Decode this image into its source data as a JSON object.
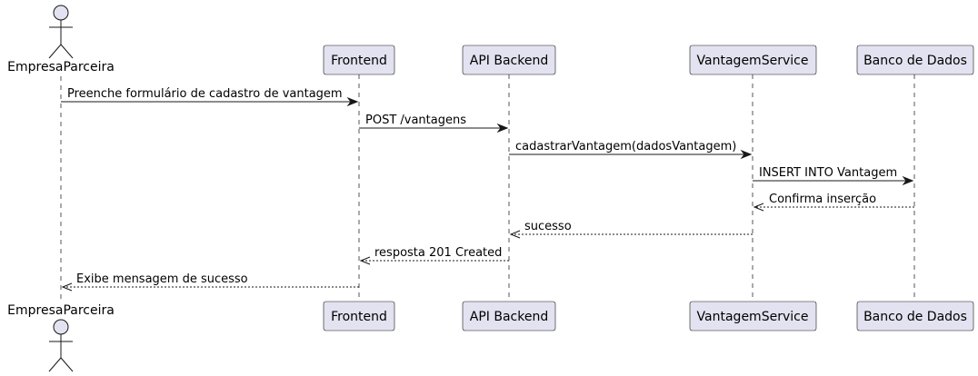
{
  "participants": {
    "empresa": "EmpresaParceira",
    "frontend": "Frontend",
    "api": "API Backend",
    "service": "VantagemService",
    "db": "Banco de Dados"
  },
  "messages": [
    {
      "text": "Preenche formulário de cadastro de vantagem",
      "from": "empresa",
      "to": "frontend",
      "style": "solid"
    },
    {
      "text": "POST /vantagens",
      "from": "frontend",
      "to": "api",
      "style": "solid"
    },
    {
      "text": "cadastrarVantagem(dadosVantagem)",
      "from": "api",
      "to": "service",
      "style": "solid"
    },
    {
      "text": "INSERT INTO Vantagem",
      "from": "service",
      "to": "db",
      "style": "solid"
    },
    {
      "text": "Confirma inserção",
      "from": "db",
      "to": "service",
      "style": "dashed"
    },
    {
      "text": "sucesso",
      "from": "service",
      "to": "api",
      "style": "dashed"
    },
    {
      "text": "resposta 201 Created",
      "from": "api",
      "to": "frontend",
      "style": "dashed"
    },
    {
      "text": "Exibe mensagem de sucesso",
      "from": "frontend",
      "to": "empresa",
      "style": "dashed"
    }
  ],
  "colors": {
    "participant_fill": "#E2E2F0",
    "border": "#181818"
  }
}
